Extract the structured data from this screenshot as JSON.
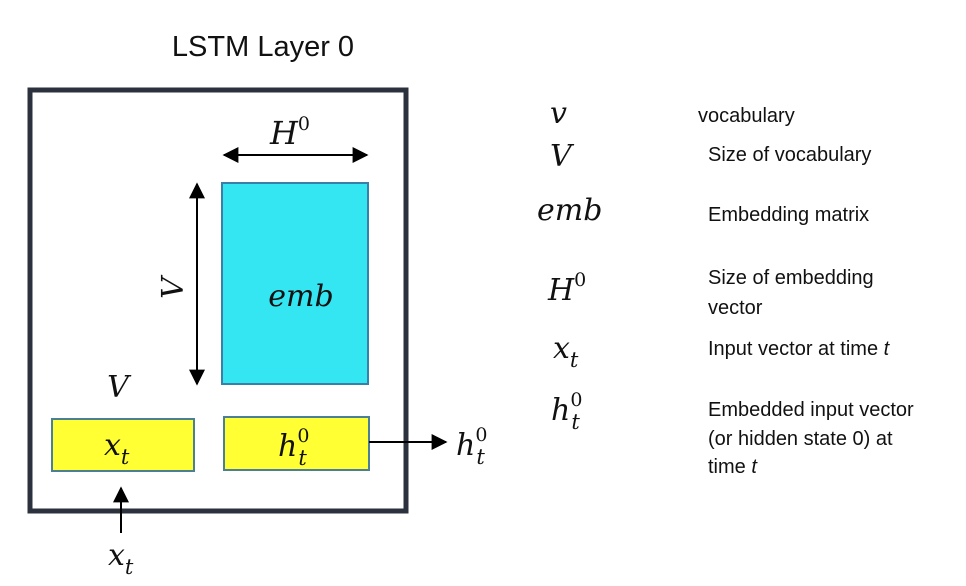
{
  "title": "LSTM Layer 0",
  "diagram": {
    "emb_label": "emb",
    "width_label": "H",
    "width_label_sup": "0",
    "height_label": "V",
    "input_box": {
      "base": "x",
      "sub": "t",
      "label_above": "V"
    },
    "hidden_box": {
      "base": "h",
      "sub": "t",
      "sup": "0"
    },
    "output_label": {
      "base": "h",
      "sub": "t",
      "sup": "0"
    },
    "input_label": {
      "base": "x",
      "sub": "t"
    }
  },
  "legend": [
    {
      "symbol": "v",
      "description_lines": [
        "vocabulary"
      ]
    },
    {
      "symbol": "V",
      "description_lines": [
        "Size of vocabulary"
      ]
    },
    {
      "symbol": "emb",
      "description_lines": [
        "Embedding matrix"
      ]
    },
    {
      "symbol": "H",
      "symbol_sup": "0",
      "description_lines": [
        "Size of embedding",
        "vector"
      ]
    },
    {
      "symbol": "x",
      "symbol_sub": "t",
      "description_lines": [
        "Input vector at time ",
        "t"
      ]
    },
    {
      "symbol": "h",
      "symbol_sub": "t",
      "symbol_sup": "0",
      "description_lines": [
        "Embedded input vector",
        "(or hidden state 0) at",
        "time ",
        "t"
      ]
    }
  ],
  "colors": {
    "frame": "#2b323d",
    "emb_fill": "#33e6f2",
    "emb_stroke": "#3a7fa8",
    "vector_fill": "#ffff33",
    "vector_stroke": "#4a7f95",
    "arrow": "#000000"
  }
}
